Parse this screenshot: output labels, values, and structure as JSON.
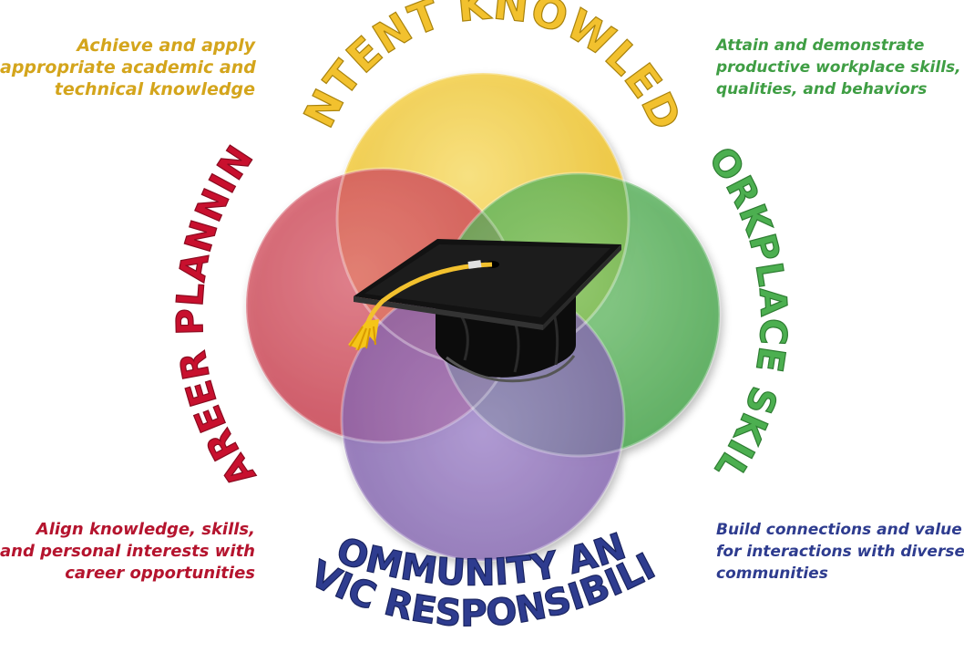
{
  "colors": {
    "content_knowledge": "#f2c12e",
    "workplace_skills": "#4caf50",
    "career_planning": "#c8102e",
    "community_civic": "#2e3c8f",
    "circle_yellow": "#f7d640",
    "circle_green": "#5cb85c",
    "circle_red": "#d9495d",
    "circle_purple": "#8e6bb8"
  },
  "quadrants": {
    "content_knowledge": {
      "title": "CONTENT KNOWLEDGE",
      "description": [
        "Achieve and apply",
        "appropriate academic and",
        "technical knowledge"
      ]
    },
    "workplace_skills": {
      "title": "WORKPLACE SKILLS",
      "description": [
        "Attain and demonstrate",
        "productive workplace skills,",
        "qualities, and behaviors"
      ]
    },
    "career_planning": {
      "title": "CAREER PLANNING",
      "description": [
        "Align knowledge, skills,",
        "and personal interests with",
        "career opportunities"
      ]
    },
    "community_civic": {
      "title_line1": "COMMUNITY AND",
      "title_line2": "CIVIC RESPONSIBILITY",
      "description": [
        "Build connections and value",
        "for interactions with diverse",
        "communities"
      ]
    }
  },
  "center_icon": "graduation-cap-icon"
}
